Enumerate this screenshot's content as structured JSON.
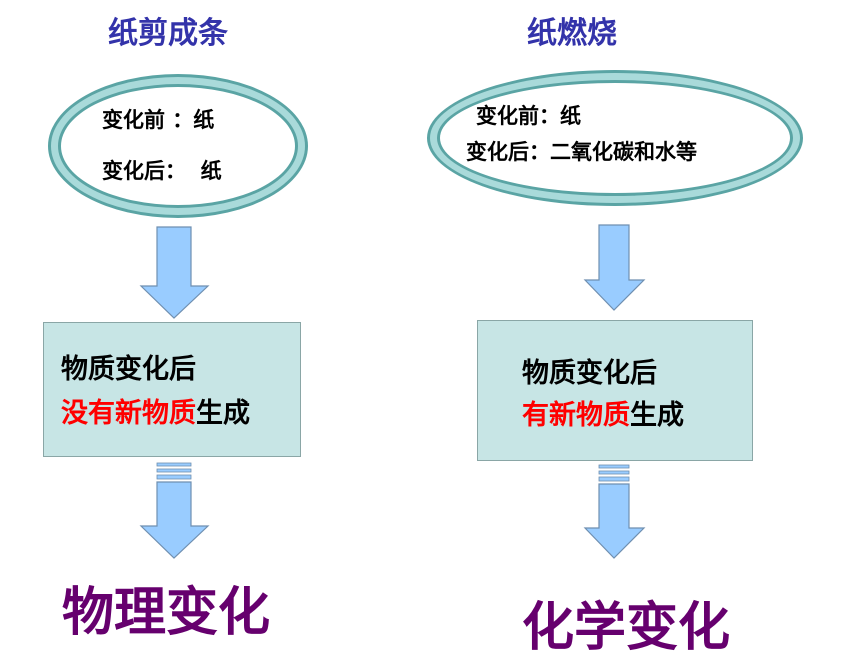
{
  "left": {
    "title": "纸剪成条",
    "before": "变化前 ：纸",
    "after": "变化后：  纸",
    "box_line1": "物质变化后",
    "box_red": "没有新物质",
    "box_black": "生成",
    "result": "物理变化"
  },
  "right": {
    "title": "纸燃烧",
    "before": "变化前：纸",
    "after": "变化后：二氧化碳和水等",
    "box_line1": "物质变化后",
    "box_red": "有新物质",
    "box_black": "生成",
    "result": "化学变化"
  },
  "colors": {
    "title": "#3333aa",
    "result": "#66006e",
    "highlight": "#ff0000",
    "box_fill": "#c7e5e5",
    "arrow_fill": "#99ccff"
  }
}
